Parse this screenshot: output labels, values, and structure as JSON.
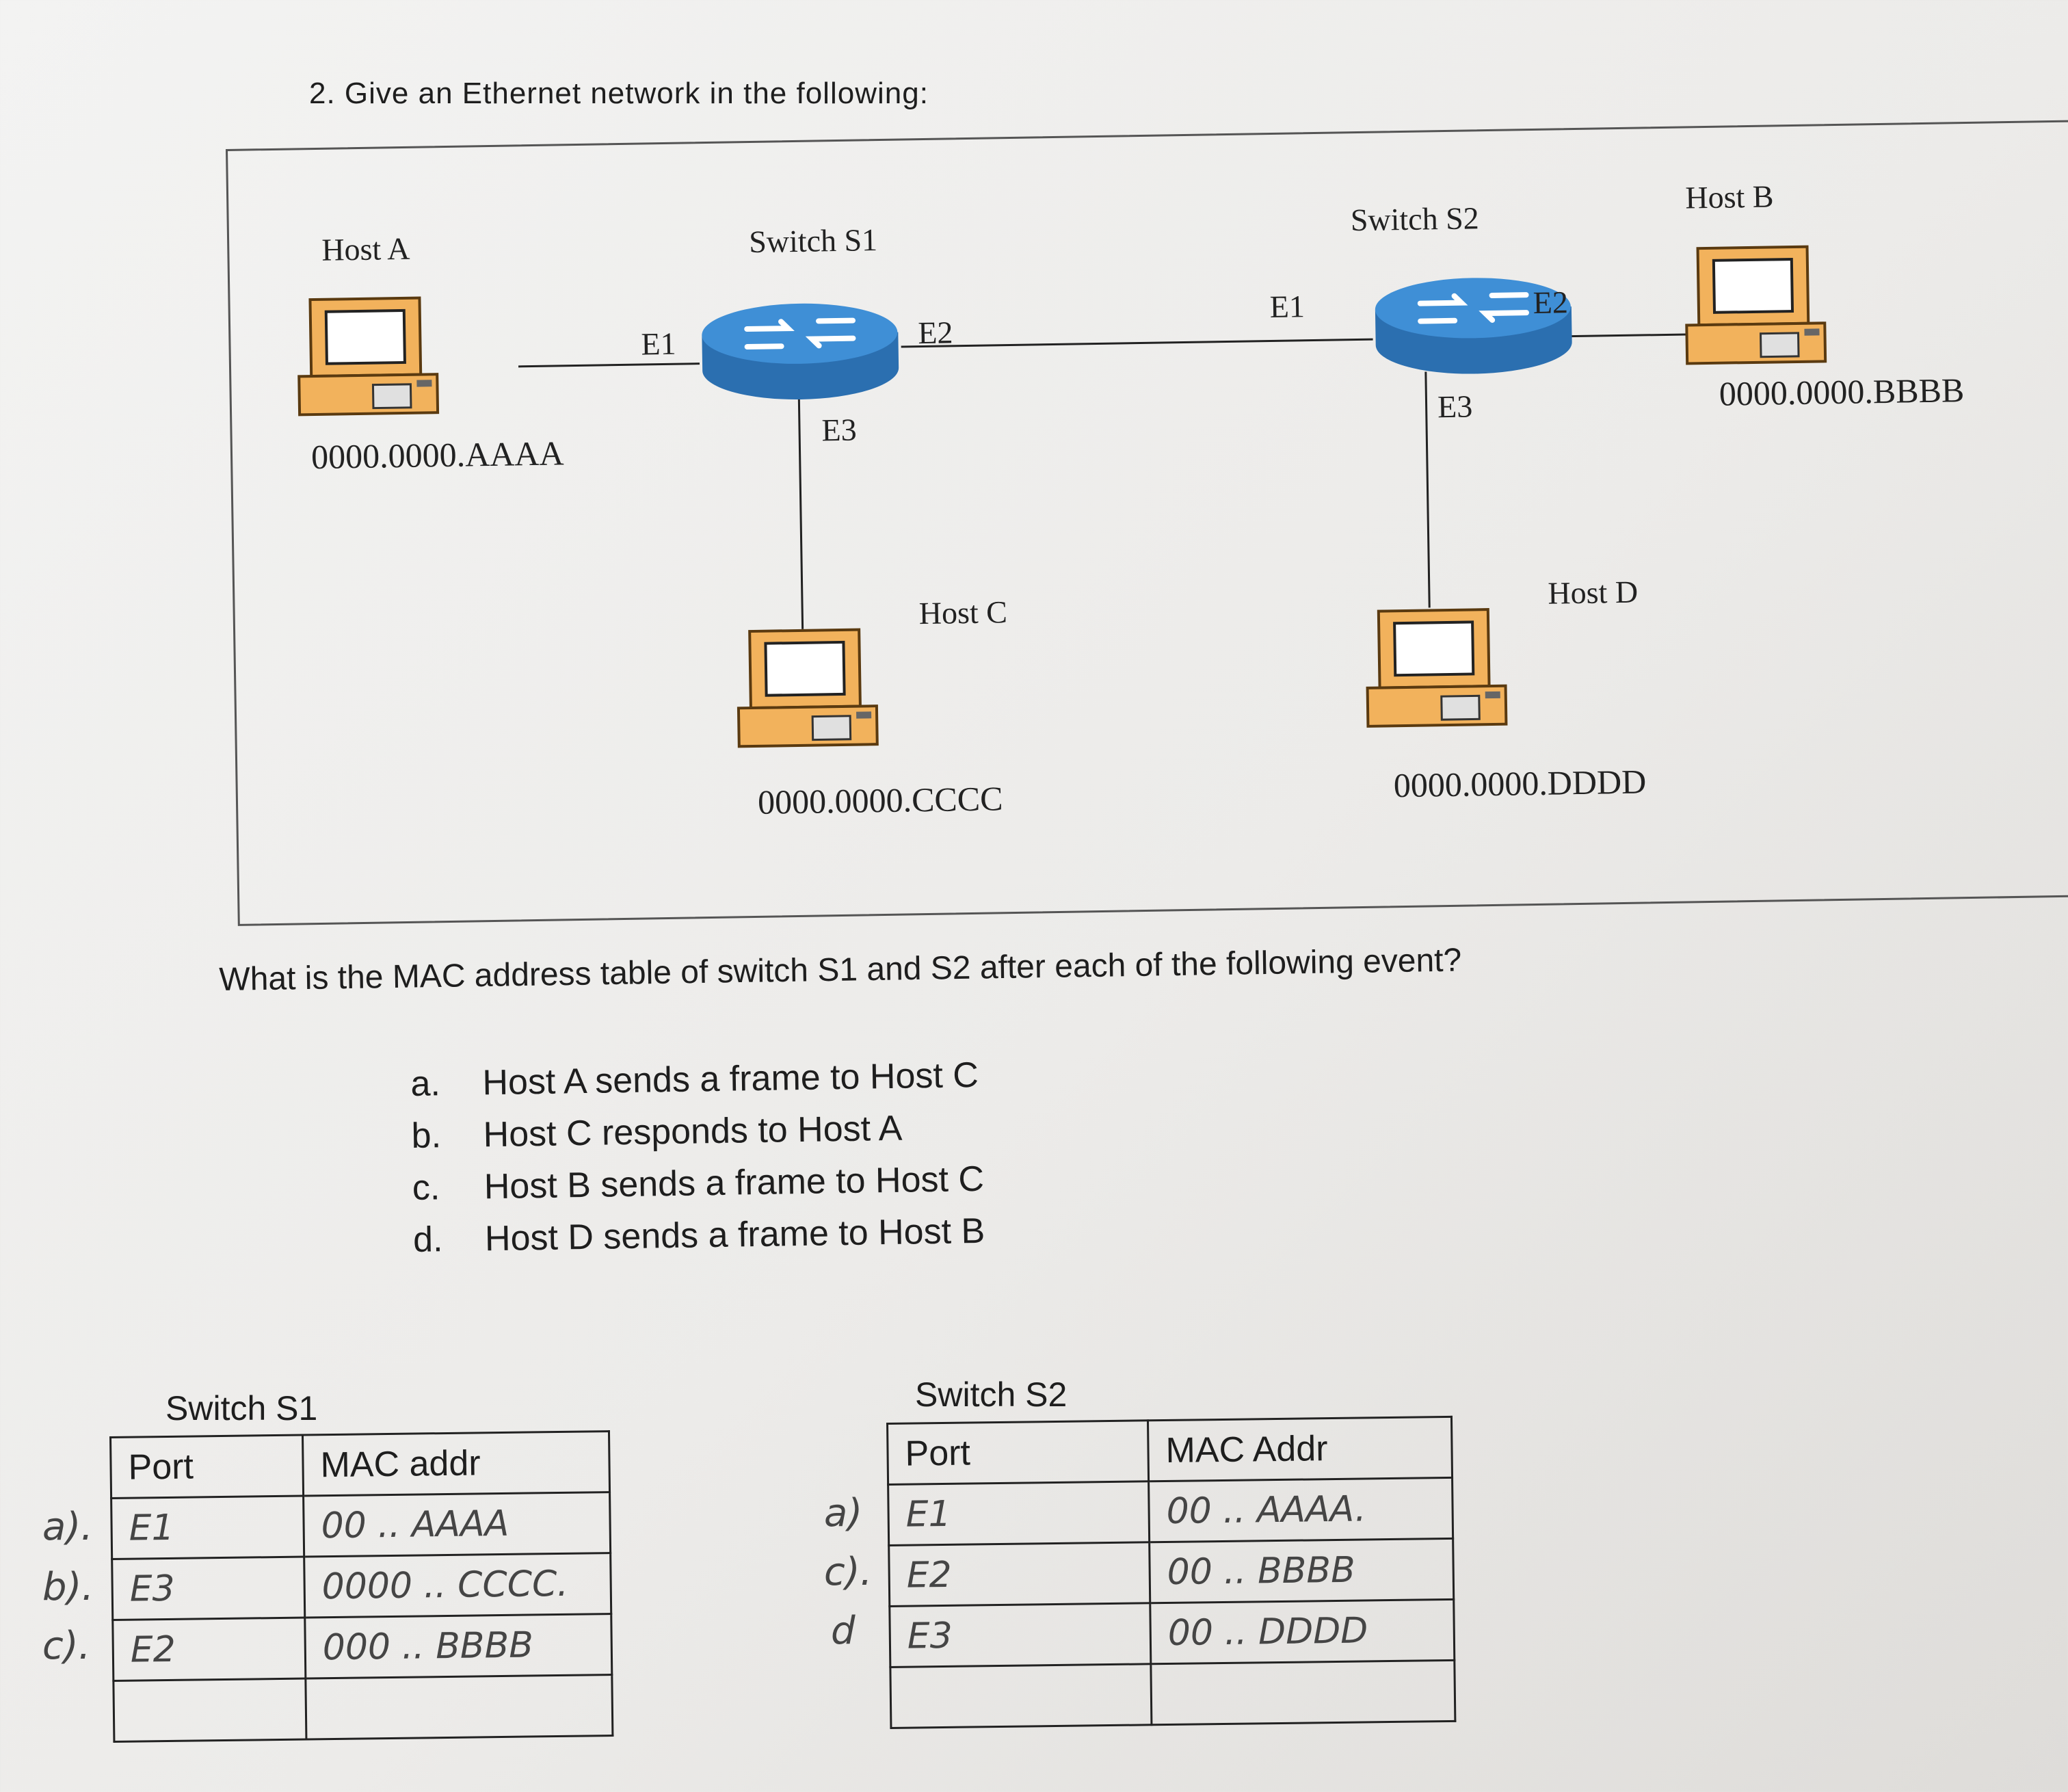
{
  "question": {
    "title": "2. Give an Ethernet network in the following:",
    "prompt": "What is the MAC address table of switch S1 and S2 after each of the following event?",
    "events": [
      {
        "key": "a.",
        "text": "Host A sends a frame to Host C"
      },
      {
        "key": "b.",
        "text": "Host C responds to Host A"
      },
      {
        "key": "c.",
        "text": "Host B sends a frame to Host C"
      },
      {
        "key": "d.",
        "text": "Host D sends a frame to Host B"
      }
    ]
  },
  "network": {
    "switches": [
      {
        "name": "Switch S1",
        "ports": [
          "E1",
          "E2",
          "E3"
        ]
      },
      {
        "name": "Switch S2",
        "ports": [
          "E1",
          "E2",
          "E3"
        ]
      }
    ],
    "hosts": [
      {
        "name": "Host A",
        "mac": "0000.0000.AAAA"
      },
      {
        "name": "Host B",
        "mac": "0000.0000.BBBB"
      },
      {
        "name": "Host C",
        "mac": "0000.0000.CCCC"
      },
      {
        "name": "Host D",
        "mac": "0000.0000.DDDD"
      }
    ]
  },
  "tables": {
    "s1": {
      "caption": "Switch S1",
      "headers": [
        "Port",
        "MAC addr"
      ],
      "rows": [
        {
          "tag": "a).",
          "port": "E1",
          "mac": "00 .. AAAA"
        },
        {
          "tag": "b).",
          "port": "E3",
          "mac": "0000 .. CCCC."
        },
        {
          "tag": "c).",
          "port": "E2",
          "mac": "000 .. BBBB"
        },
        {
          "tag": "",
          "port": "",
          "mac": ""
        }
      ]
    },
    "s2": {
      "caption": "Switch S2",
      "headers": [
        "Port",
        "MAC Addr"
      ],
      "rows": [
        {
          "tag": "a)",
          "port": "E1",
          "mac": "00 .. AAAA."
        },
        {
          "tag": "c).",
          "port": "E2",
          "mac": "00 .. BBBB"
        },
        {
          "tag": "d",
          "port": "E3",
          "mac": "00 .. DDDD"
        },
        {
          "tag": "",
          "port": "",
          "mac": ""
        }
      ]
    }
  },
  "colors": {
    "switch_body": "#2b6fb0",
    "switch_top": "#3f8fd6",
    "computer": "#f2b25c",
    "paper": "#efeeec"
  },
  "icons": [
    "desktop-computer-icon",
    "network-switch-icon"
  ]
}
